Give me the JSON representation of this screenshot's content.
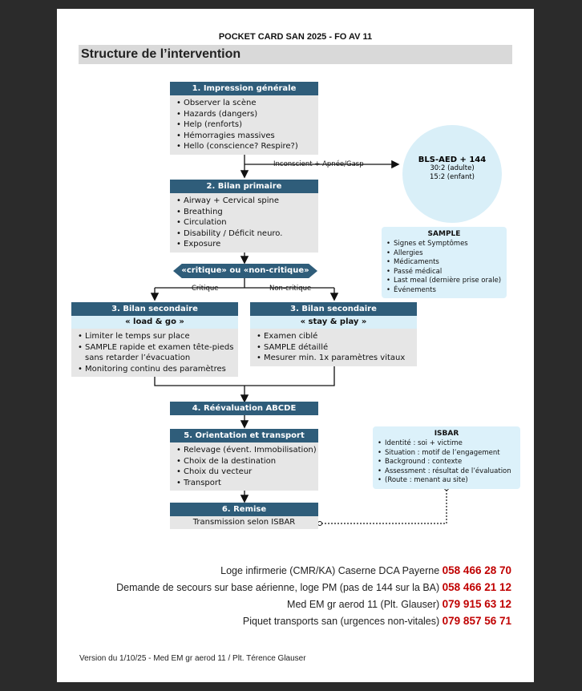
{
  "header": {
    "doc_title": "POCKET CARD SAN 2025 - FO AV 11",
    "section_title": "Structure de l’intervention"
  },
  "step1": {
    "title": "1. Impression générale",
    "items": [
      "Observer la scène",
      "Hazards (dangers)",
      "Help (renforts)",
      "Hémorragies massives",
      "Hello (conscience? Respire?)"
    ]
  },
  "branch_label": "Inconscient + Apnée/Gasp",
  "bls": {
    "title": "BLS-AED + 144",
    "line1": "30:2 (adulte)",
    "line2": "15:2 (enfant)"
  },
  "step2": {
    "title": "2. Bilan primaire",
    "items": [
      "Airway + Cervical spine",
      "Breathing",
      "Circulation",
      "Disability / Déficit neuro.",
      "Exposure"
    ]
  },
  "sample": {
    "title": "SAMPLE",
    "items": [
      "Signes et Symptômes",
      "Allergies",
      "Médicaments",
      "Passé médical",
      "Last meal (dernière prise orale)",
      "Événements"
    ]
  },
  "decision": {
    "label": "«critique» ou «non-critique»",
    "left": "Critique",
    "right": "Non-critique"
  },
  "step3a": {
    "title": "3. Bilan secondaire",
    "sub": "« load & go »",
    "items": [
      "Limiter le temps sur place",
      "SAMPLE rapide et examen tête-pieds sans retarder l’évacuation",
      "Monitoring continu des paramètres"
    ]
  },
  "step3b": {
    "title": "3. Bilan secondaire",
    "sub": "« stay & play »",
    "items": [
      "Examen ciblé",
      "SAMPLE détaillé",
      "Mesurer min. 1x paramètres vitaux"
    ]
  },
  "step4": {
    "title": "4. Réévaluation ABCDE"
  },
  "step5": {
    "title": "5. Orientation et transport",
    "items": [
      "Relevage (évent. Immobilisation)",
      "Choix de la destination",
      "Choix du vecteur",
      "Transport"
    ]
  },
  "step6": {
    "title": "6. Remise",
    "text": "Transmission selon ISBAR"
  },
  "isbar": {
    "title": "ISBAR",
    "items": [
      "Identité : soi + victime",
      "Situation : motif de l’engagement",
      "Background : contexte",
      "Assessment : résultat de l’évaluation",
      "(Route : menant au site)"
    ]
  },
  "contacts": [
    {
      "label": "Loge infirmerie (CMR/KA) Caserne DCA Payerne",
      "number": "058 466 28 70"
    },
    {
      "label": "Demande de secours sur base aérienne, loge PM (pas de 144 sur la BA)",
      "number": "058 466 21 12"
    },
    {
      "label": "Med EM gr aerod 11 (Plt. Glauser)",
      "number": "079 915 63 12"
    },
    {
      "label": "Piquet transports san (urgences non-vitales)",
      "number": "079 857 56 71"
    }
  ],
  "footer": "Version du 1/10/25  - Med EM gr aerod 11 / Plt. Térence Glauser",
  "colors": {
    "box_header": "#2f5d7a",
    "box_body": "#e6e6e6",
    "info_bg": "#dcf1fa",
    "phone_red": "#c00000"
  }
}
